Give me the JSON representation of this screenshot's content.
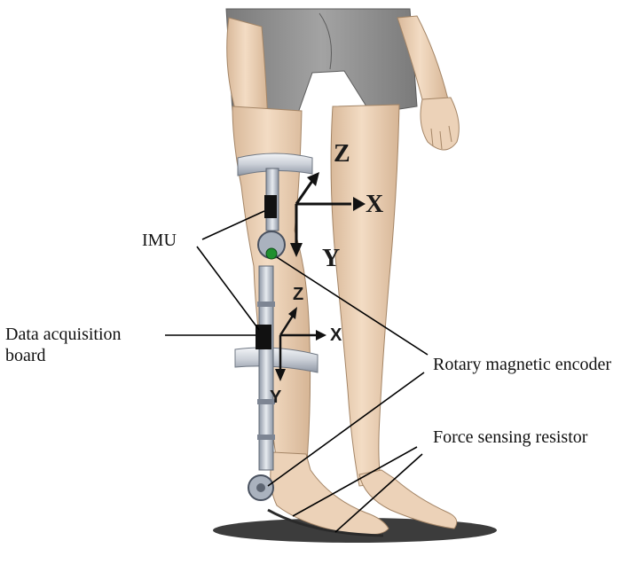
{
  "labels": {
    "imu": "IMU",
    "data_acquisition_line1": "Data acquisition",
    "data_acquisition_line2": "board",
    "rotary_encoder": "Rotary magnetic encoder",
    "force_sensor": "Force sensing resistor"
  },
  "axes": {
    "thigh": {
      "z": "Z",
      "x": "X",
      "y": "Y"
    },
    "shank": {
      "z": "Z",
      "x": "X",
      "y": "Y"
    }
  },
  "colors": {
    "skin": "#ecd2b8",
    "skin_shadow": "#d2b192",
    "shorts": "#8c8c8c",
    "shorts_dark": "#6e6e6e",
    "strap": "#cfd3da",
    "strap_edge": "#7f8794",
    "frame": "#b8c0cc",
    "sensor": "#111111",
    "encoder_green": "#1f8f2f",
    "line": "#000000"
  }
}
